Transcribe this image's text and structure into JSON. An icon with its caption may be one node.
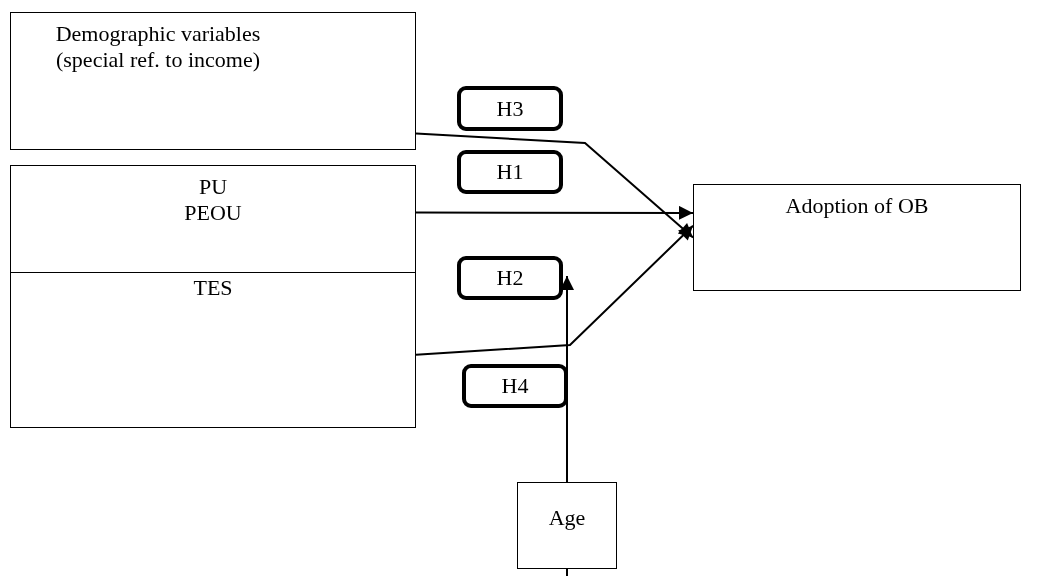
{
  "diagram": {
    "nodes": [
      {
        "text": [
          "Demographic variables (special ref. to income)"
        ]
      },
      {
        "text": [
          "H3"
        ]
      },
      {
        "text": [
          "PU",
          "PEOU"
        ]
      },
      {
        "text": [
          "H1"
        ]
      },
      {
        "text": [
          "Adoption of OB"
        ]
      },
      {
        "text": [
          "TES"
        ]
      },
      {
        "text": [
          "H2"
        ]
      },
      {
        "text": [
          "H4"
        ]
      },
      {
        "text": [
          "Age"
        ]
      }
    ],
    "edges": [
      {
        "from": 0,
        "to": 4,
        "arrow": "to"
      },
      {
        "from": 2,
        "to": 4,
        "arrow": "to"
      },
      {
        "from": 5,
        "to": 4,
        "arrow": "to"
      },
      {
        "from": 8,
        "to": 6,
        "arrow": "to"
      },
      {
        "from": 8,
        "to": null,
        "arrow": "none"
      }
    ]
  }
}
